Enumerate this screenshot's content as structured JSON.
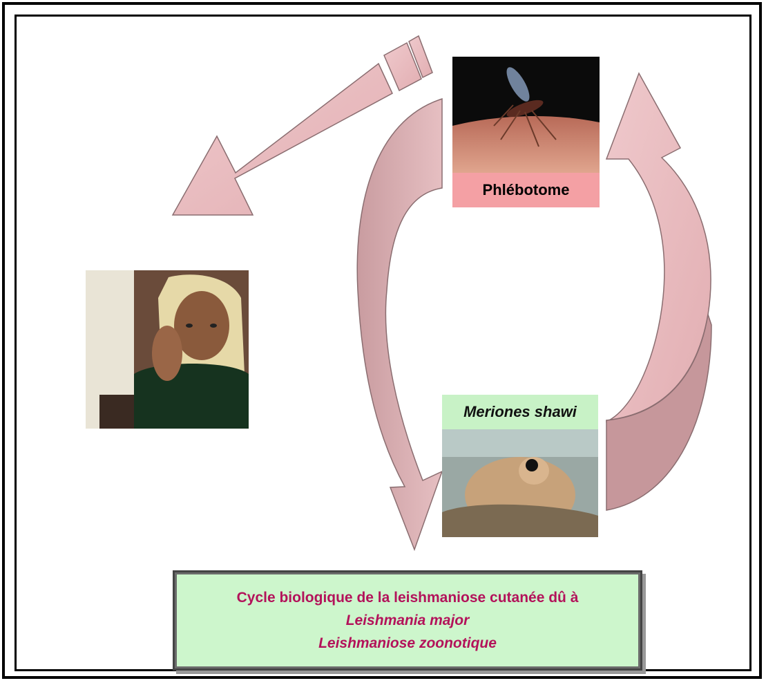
{
  "sandfly": {
    "label": "Phlébotome"
  },
  "reservoir": {
    "label": "Meriones shawi"
  },
  "caption": {
    "line1": "Cycle biologique de la leishmaniose cutanée dû à",
    "line2": "Leishmania major",
    "line3": "Leishmaniose zoonotique"
  },
  "colors": {
    "arrow_fill": "#e7b8bc",
    "arrow_stroke": "#8a6d70",
    "sandfly_label_bg": "#f4a0a4",
    "reservoir_label_bg": "#c8f2c6",
    "caption_bg": "#cdf6cc",
    "caption_text": "#b3125a"
  }
}
